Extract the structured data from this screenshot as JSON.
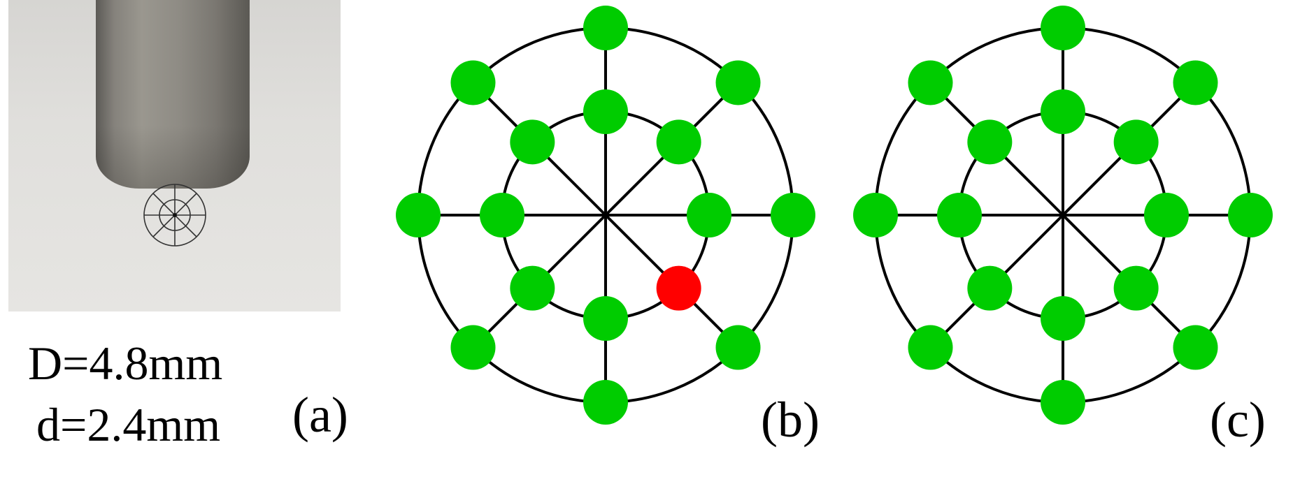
{
  "panels": {
    "a": {
      "caption": "(a)",
      "dimensions": [
        "D=4.8mm",
        "d=2.4mm"
      ]
    },
    "b": {
      "caption": "(b)",
      "highlighted": "inner ring, lower-right position",
      "colors": {
        "point": "#00cc00",
        "highlight": "#ff0000",
        "line": "#000000"
      }
    },
    "c": {
      "caption": "(c)",
      "colors": {
        "point": "#00cc00",
        "line": "#000000"
      }
    }
  }
}
